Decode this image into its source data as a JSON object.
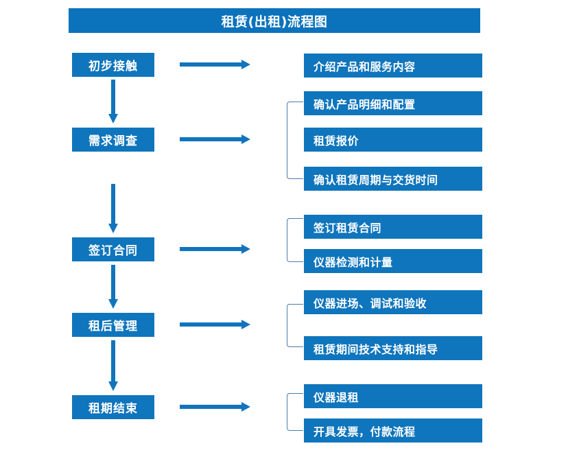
{
  "diagram": {
    "title": "租赁(出租)流程图",
    "colors": {
      "box_blue": "#0f75bc",
      "title_blue": "#0b72bc",
      "arrow_blue": "#1274bd",
      "bracket_blue": "#4e79a8",
      "text_white": "#ffffff",
      "background": "#ffffff"
    },
    "stages": [
      {
        "label": "初步接触"
      },
      {
        "label": "需求调查"
      },
      {
        "label": "签订合同"
      },
      {
        "label": "租后管理"
      },
      {
        "label": "租期结束"
      }
    ],
    "groups": [
      {
        "stage": "初步接触",
        "bracket": false,
        "items": [
          {
            "label": "介绍产品和服务内容"
          }
        ]
      },
      {
        "stage": "需求调查",
        "bracket": true,
        "items": [
          {
            "label": "确认产品明细和配置"
          },
          {
            "label": "租赁报价"
          },
          {
            "label": "确认租赁周期与交货时间"
          }
        ]
      },
      {
        "stage": "签订合同",
        "bracket": true,
        "items": [
          {
            "label": "签订租赁合同"
          },
          {
            "label": "仪器检测和计量"
          }
        ]
      },
      {
        "stage": "租后管理",
        "bracket": true,
        "items": [
          {
            "label": "仪器进场、调试和验收"
          },
          {
            "label": "租赁期间技术支持和指导"
          }
        ]
      },
      {
        "stage": "租期结束",
        "bracket": true,
        "items": [
          {
            "label": "仪器退租"
          },
          {
            "label": "开具发票，付款流程"
          }
        ]
      }
    ],
    "arrows": {
      "horizontal_icon": "right-arrow-icon",
      "vertical_icon": "down-arrow-icon",
      "count_horizontal": 5,
      "count_vertical": 4
    }
  }
}
